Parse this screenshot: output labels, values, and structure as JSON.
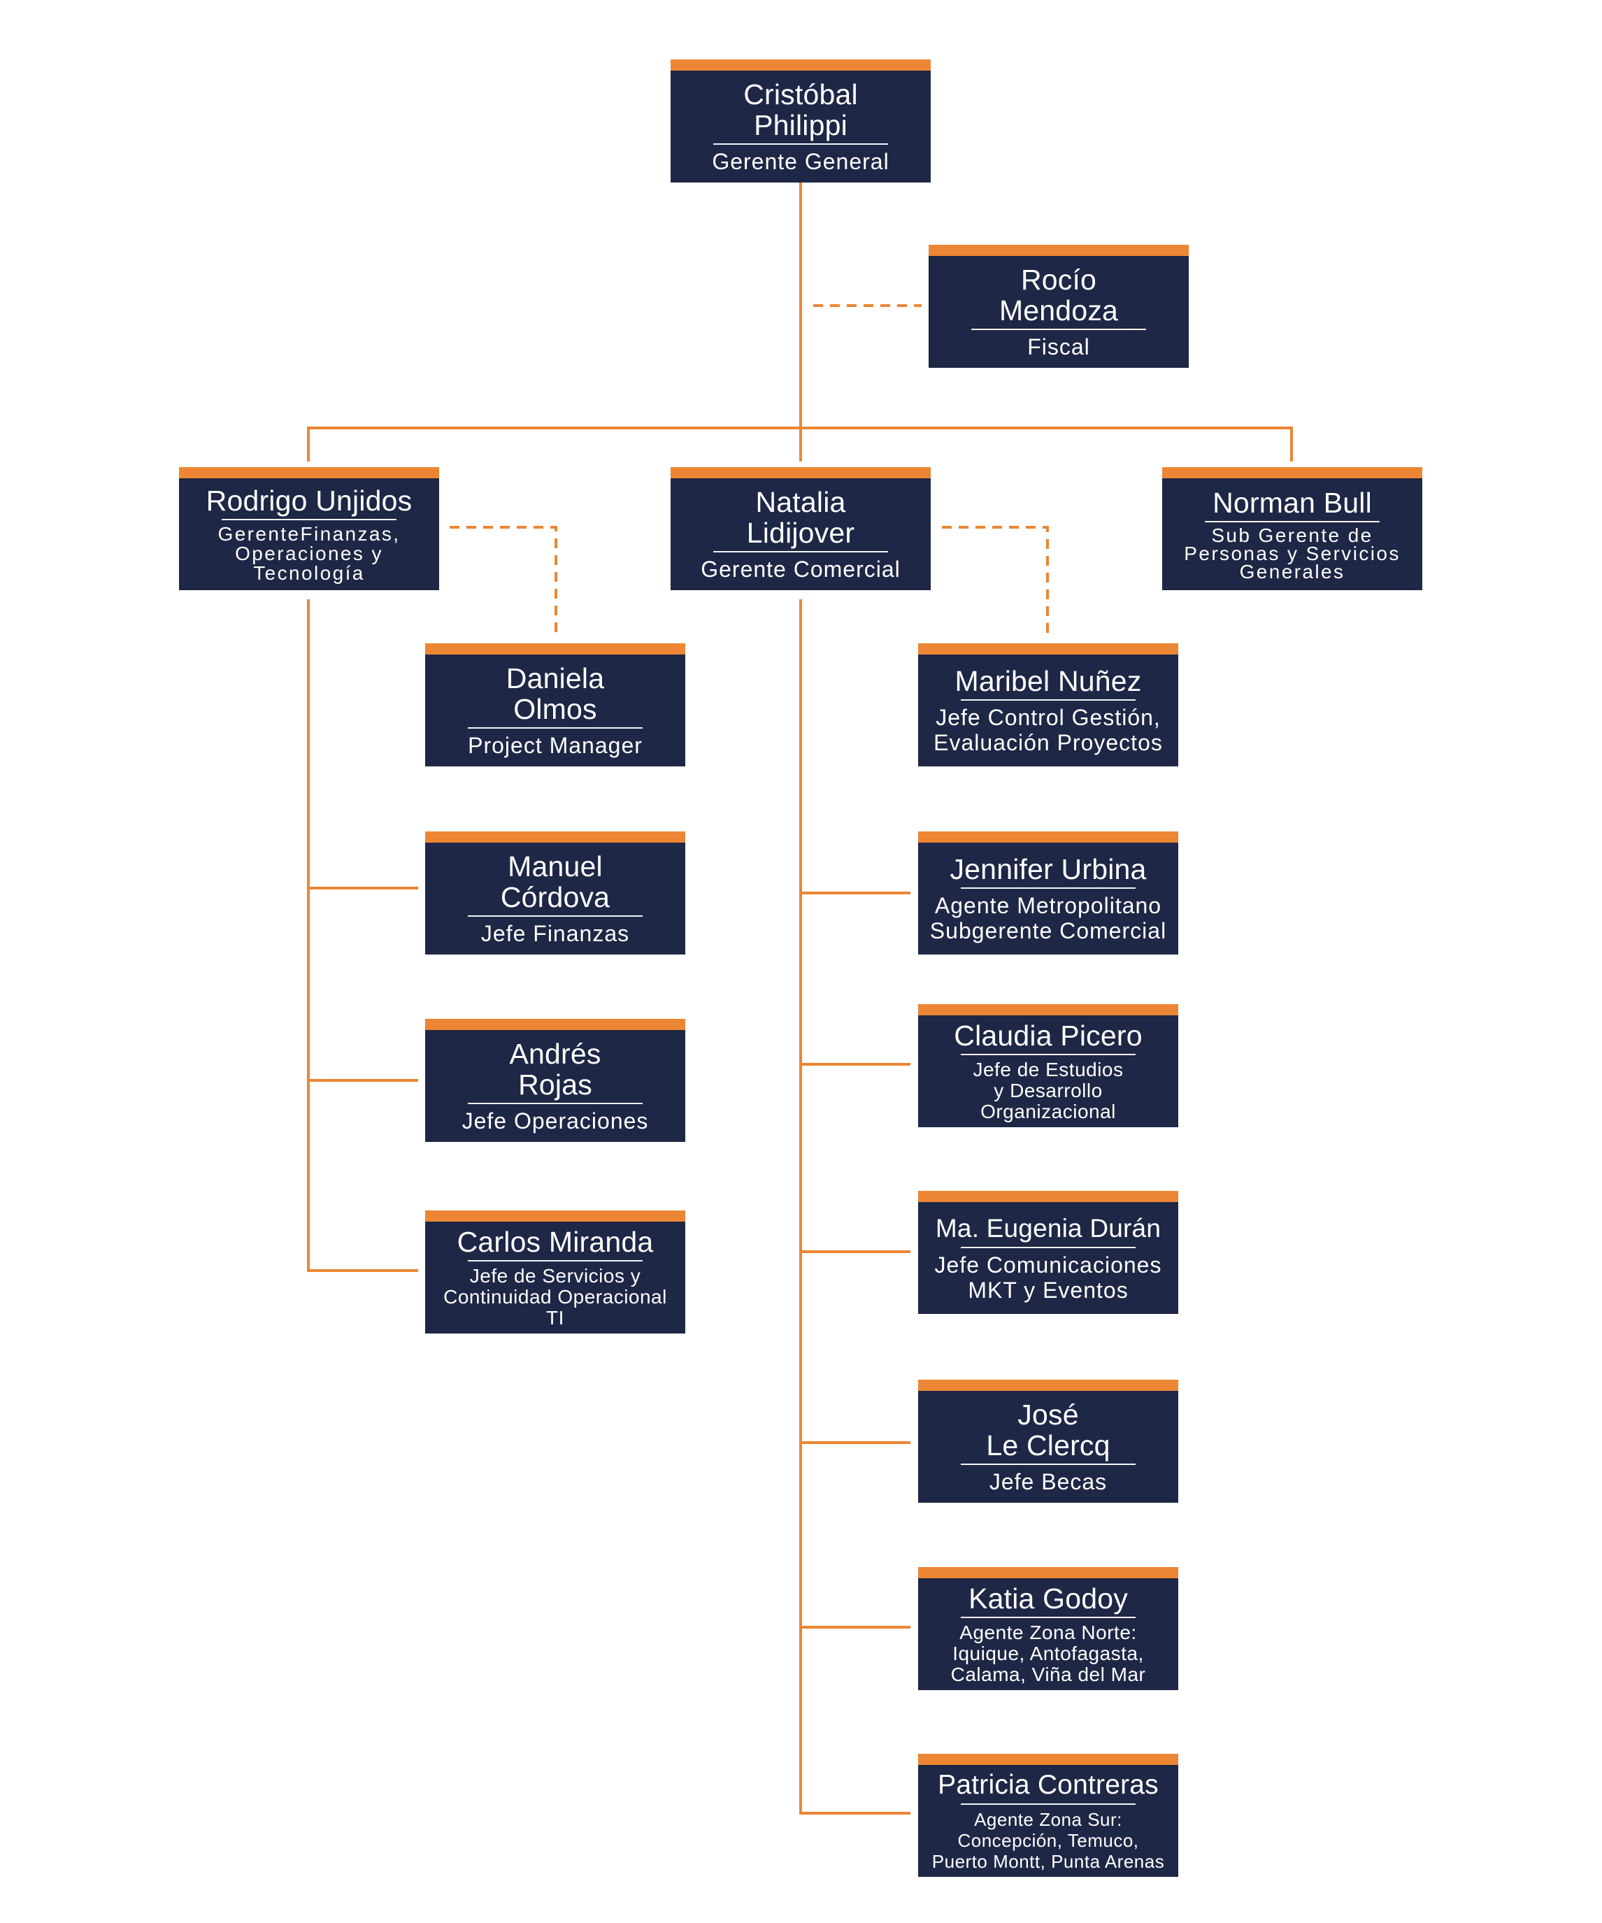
{
  "colors": {
    "box": "#1e2745",
    "accent": "#ec8634",
    "text": "#ffffff",
    "line": "#ec8634"
  },
  "nodes": {
    "cristobal": {
      "name": "Cristóbal\nPhilippi",
      "role": "Gerente General"
    },
    "rocio": {
      "name": "Rocío\nMendoza",
      "role": "Fiscal"
    },
    "rodrigo": {
      "name": "Rodrigo Unjidos",
      "role": "GerenteFinanzas,\nOperaciones y\nTecnología"
    },
    "natalia": {
      "name": "Natalia\nLidijover",
      "role": "Gerente Comercial"
    },
    "norman": {
      "name": "Norman Bull",
      "role": "Sub Gerente de\nPersonas y Servicios\nGenerales"
    },
    "daniela": {
      "name": "Daniela\nOlmos",
      "role": "Project Manager"
    },
    "manuel": {
      "name": "Manuel\nCórdova",
      "role": "Jefe Finanzas"
    },
    "andres": {
      "name": "Andrés\nRojas",
      "role": "Jefe Operaciones"
    },
    "carlos": {
      "name": "Carlos Miranda",
      "role": "Jefe de Servicios y\nContinuidad Operacional\nTI"
    },
    "maribel": {
      "name": "Maribel Nuñez",
      "role": "Jefe Control Gestión,\nEvaluación Proyectos"
    },
    "jennifer": {
      "name": "Jennifer Urbina",
      "role": "Agente Metropolitano\nSubgerente Comercial"
    },
    "claudia": {
      "name": "Claudia Picero",
      "role": "Jefe de Estudios\ny Desarrollo\nOrganizacional"
    },
    "eugenia": {
      "name": "Ma. Eugenia Durán",
      "role": "Jefe Comunicaciones\nMKT y Eventos"
    },
    "jose": {
      "name": "José\nLe Clercq",
      "role": "Jefe Becas"
    },
    "katia": {
      "name": "Katia Godoy",
      "role": "Agente Zona Norte:\nIquique, Antofagasta,\nCalama, Viña del Mar"
    },
    "patricia": {
      "name": "Patricia Contreras",
      "role": "Agente Zona Sur:\nConcepción, Temuco,\nPuerto Montt, Punta Arenas"
    }
  }
}
